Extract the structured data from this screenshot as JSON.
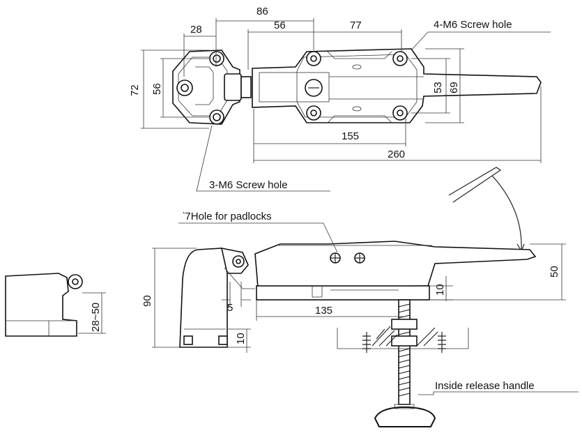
{
  "dimensions": {
    "top_overall_86": "86",
    "top_28": "28",
    "top_56_width": "56",
    "top_77": "77",
    "left_72": "72",
    "left_56": "56",
    "right_53": "53",
    "right_69": "69",
    "bottom_155": "155",
    "bottom_260": "260",
    "side_90": "90",
    "side_5": "5",
    "side_10_bottom": "10",
    "side_10_right": "10",
    "side_135": "135",
    "side_50": "50",
    "keeper_range": "28~50"
  },
  "notes": {
    "handle_screw_holes": "4-M6 Screw hole",
    "strike_screw_holes": "3-M6 Screw hole",
    "padlock_hole": "‵7Hole for padlocks",
    "inside_release": "Inside release handle"
  }
}
